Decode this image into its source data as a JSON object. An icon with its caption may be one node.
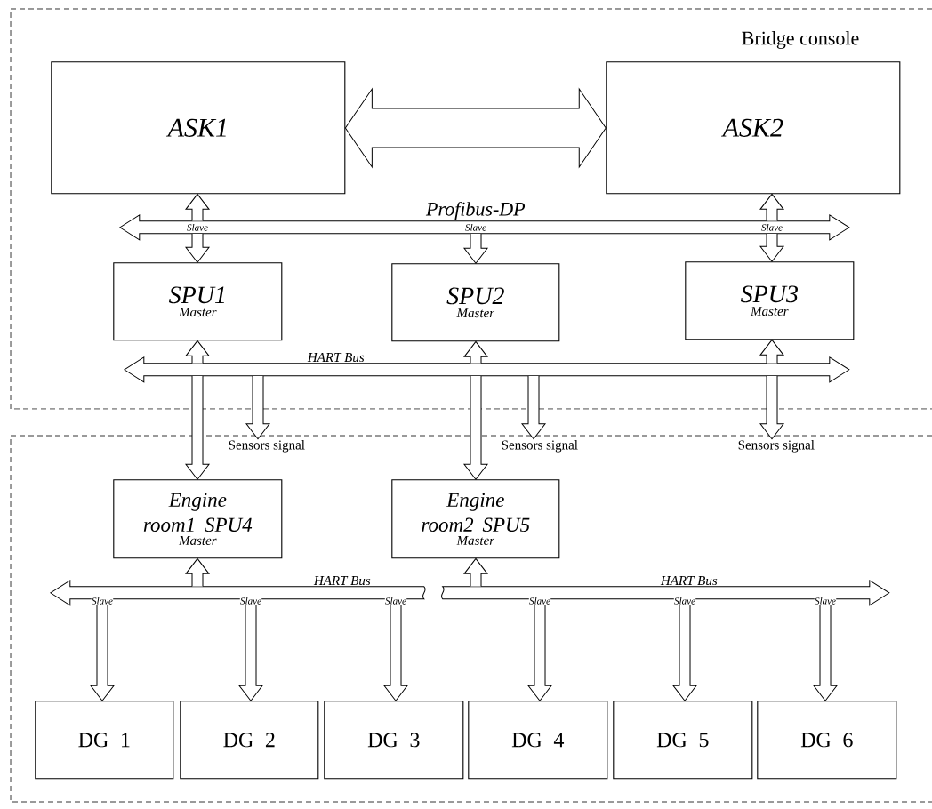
{
  "diagram": {
    "nodes": [
      {
        "text": [
          "Bridge console"
        ]
      },
      {
        "text": [
          "ASK1"
        ],
        "in": 0
      },
      {
        "text": [
          "ASK2"
        ],
        "in": 0
      },
      {
        "text": [
          "Profibus-DP"
        ],
        "in": 0
      },
      {
        "text": [
          "SPU1",
          "Master"
        ],
        "in": 0
      },
      {
        "text": [
          "SPU2",
          "Master"
        ],
        "in": 0
      },
      {
        "text": [
          "SPU3",
          "Master"
        ],
        "in": 0
      },
      {
        "text": [
          "HART Bus"
        ],
        "in": 0
      },
      {
        "text": [
          "Sensors signal"
        ],
        "in": 11
      },
      {
        "text": [
          "Sensors signal"
        ],
        "in": 11
      },
      {
        "text": [
          "Sensors signal"
        ],
        "in": 11
      },
      {
        "text": [],
        "shape": "box"
      },
      {
        "text": [
          "Engine room1 SPU4",
          "Master"
        ],
        "in": 11
      },
      {
        "text": [
          "Engine room2 SPU5",
          "Master"
        ],
        "in": 11
      },
      {
        "text": [
          "HART Bus"
        ],
        "in": 11
      },
      {
        "text": [
          "HART Bus"
        ],
        "in": 11
      },
      {
        "text": [
          "DG 1"
        ],
        "in": 11
      },
      {
        "text": [
          "DG 2"
        ],
        "in": 11
      },
      {
        "text": [
          "DG 3"
        ],
        "in": 11
      },
      {
        "text": [
          "DG 4"
        ],
        "in": 11
      },
      {
        "text": [
          "DG 5"
        ],
        "in": 11
      },
      {
        "text": [
          "DG 6"
        ],
        "in": 11
      }
    ],
    "edges": [
      {
        "from": 1,
        "to": 2,
        "arrow": "both"
      },
      {
        "from": 3,
        "to": 1,
        "arrow": "to"
      },
      {
        "from": 3,
        "to": 2,
        "arrow": "to"
      },
      {
        "from": 3,
        "to": 4,
        "arrow": "to",
        "label": "Slave"
      },
      {
        "from": 3,
        "to": 5,
        "arrow": "to",
        "label": "Slave"
      },
      {
        "from": 3,
        "to": 6,
        "arrow": "to",
        "label": "Slave"
      },
      {
        "from": 7,
        "to": 4,
        "arrow": "to"
      },
      {
        "from": 7,
        "to": 5,
        "arrow": "to"
      },
      {
        "from": 7,
        "to": 6,
        "arrow": "to"
      },
      {
        "from": 7,
        "to": 12,
        "arrow": "to"
      },
      {
        "from": 7,
        "to": 13,
        "arrow": "to"
      },
      {
        "from": 7,
        "to": 8,
        "arrow": "to"
      },
      {
        "from": 7,
        "to": 9,
        "arrow": "to"
      },
      {
        "from": 7,
        "to": 10,
        "arrow": "to"
      },
      {
        "from": 14,
        "to": 12,
        "arrow": "to"
      },
      {
        "from": 15,
        "to": 13,
        "arrow": "to"
      },
      {
        "from": 14,
        "to": 16,
        "arrow": "to",
        "label": "Slave"
      },
      {
        "from": 14,
        "to": 17,
        "arrow": "to",
        "label": "Slave"
      },
      {
        "from": 14,
        "to": 18,
        "arrow": "to",
        "label": "Slave"
      },
      {
        "from": 15,
        "to": 19,
        "arrow": "to",
        "label": "Slave"
      },
      {
        "from": 15,
        "to": 20,
        "arrow": "to",
        "label": "Slave"
      },
      {
        "from": 15,
        "to": 21,
        "arrow": "to",
        "label": "Slave"
      }
    ]
  }
}
